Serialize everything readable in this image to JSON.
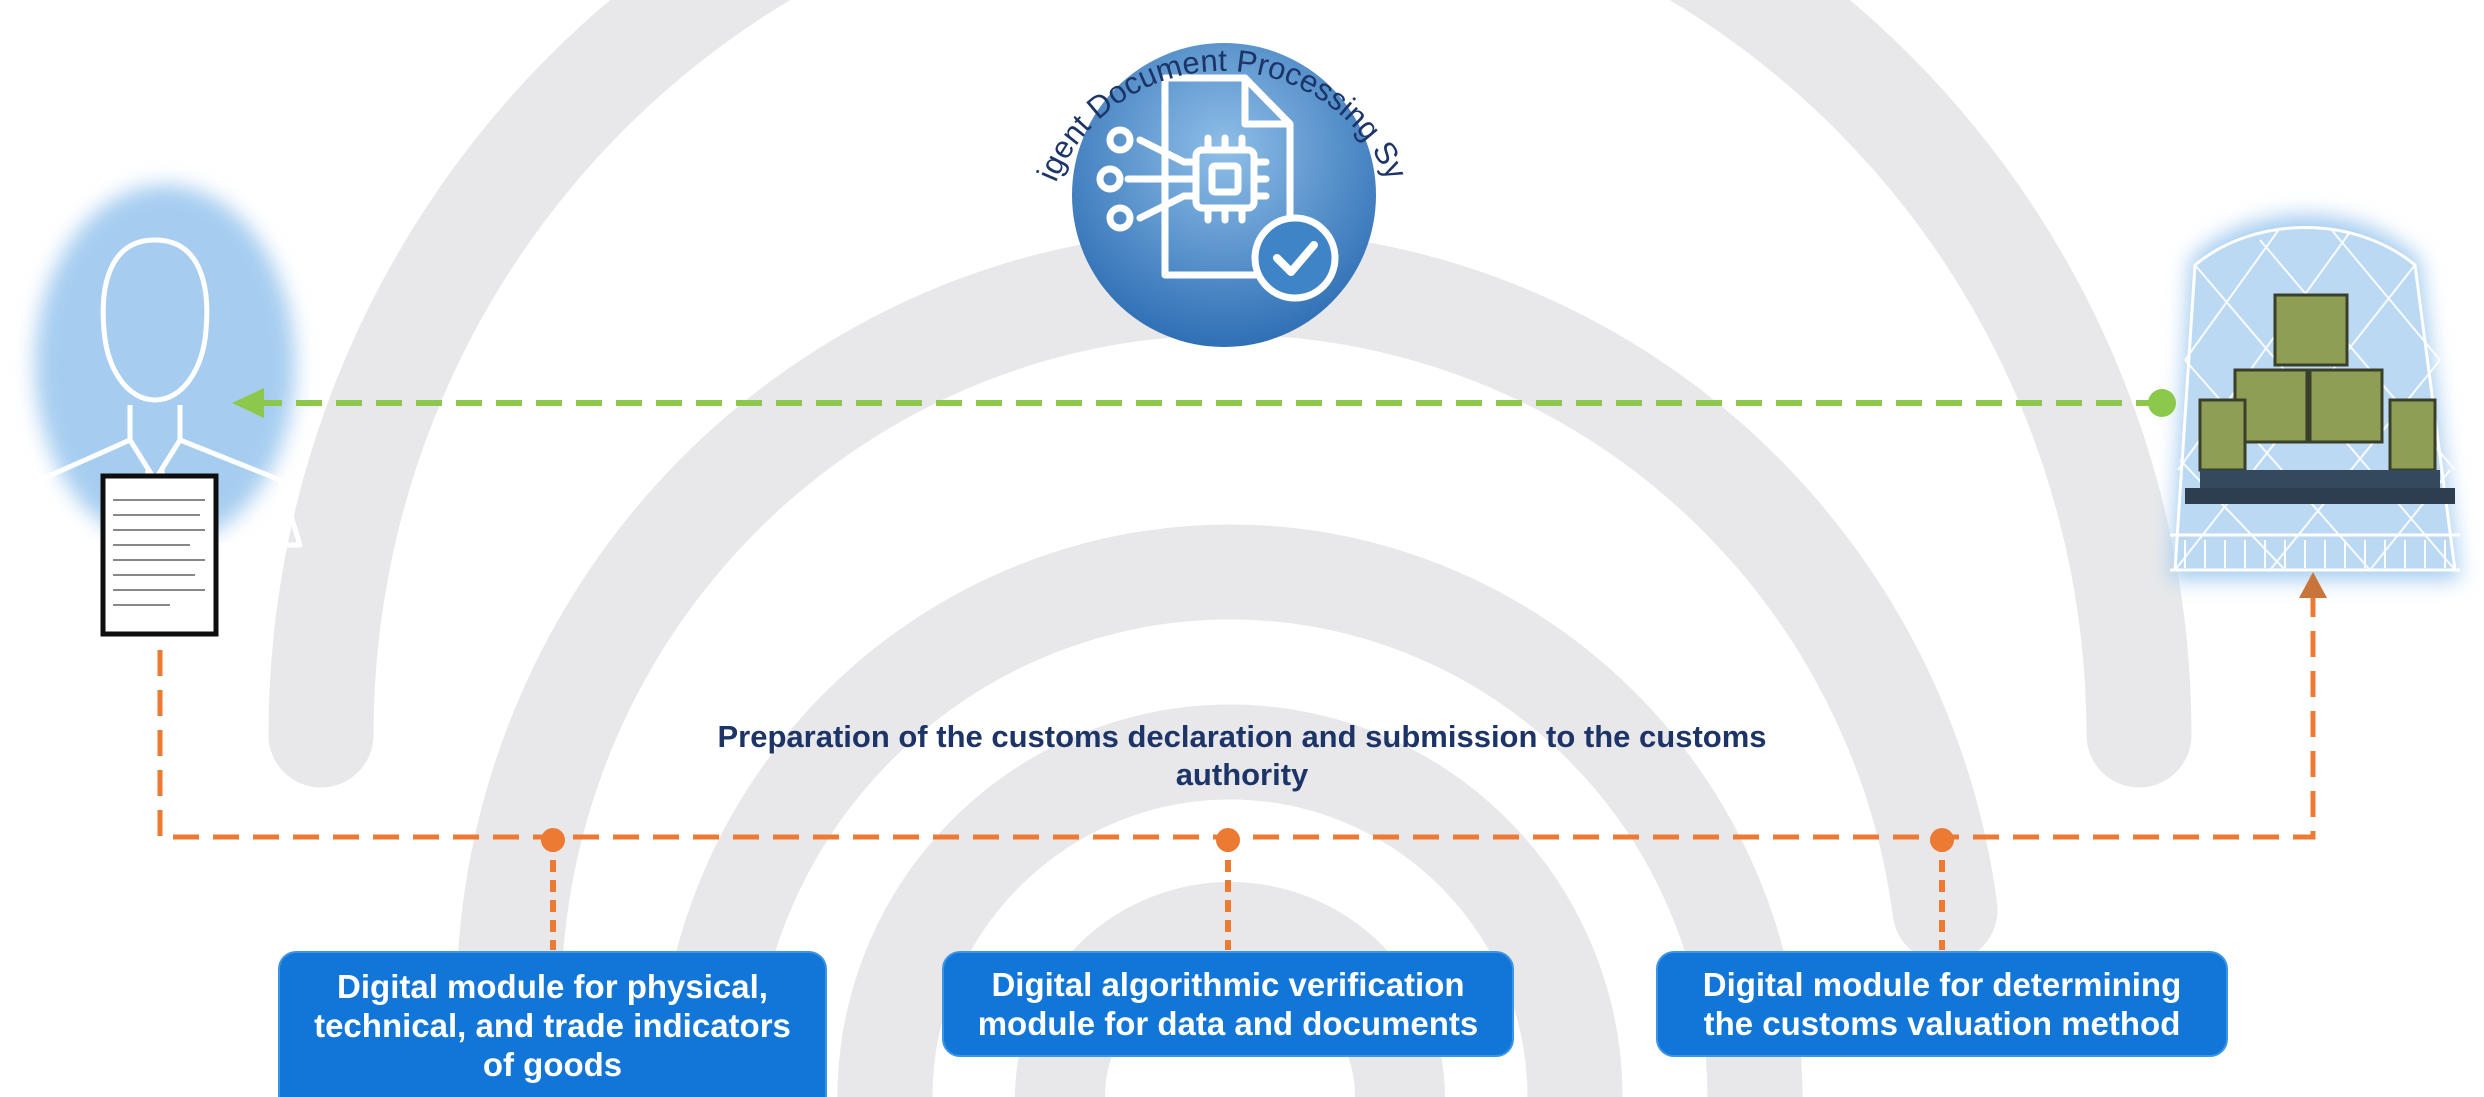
{
  "system_title": "Intelligent Document Processing System",
  "process_title": "Preparation of the customs declaration and submission to the customs authority",
  "modules": [
    {
      "label": "Digital module for physical, technical, and trade indicators of goods"
    },
    {
      "label": "Digital algorithmic verification module for data and documents"
    },
    {
      "label": "Digital module for determining the customs valuation method"
    }
  ],
  "icons": {
    "system": "document-chip-check-icon",
    "declarant": "declarant-person-icon",
    "customs": "customs-terminal-building-icon"
  },
  "colors": {
    "module_fill": "#1276d8",
    "process_title": "#1c3467",
    "submission_flow": "#ec7a33",
    "return_flow": "#8cc84b",
    "system_circle": "#3f84c7",
    "background_rings": "#e8e8ea"
  }
}
